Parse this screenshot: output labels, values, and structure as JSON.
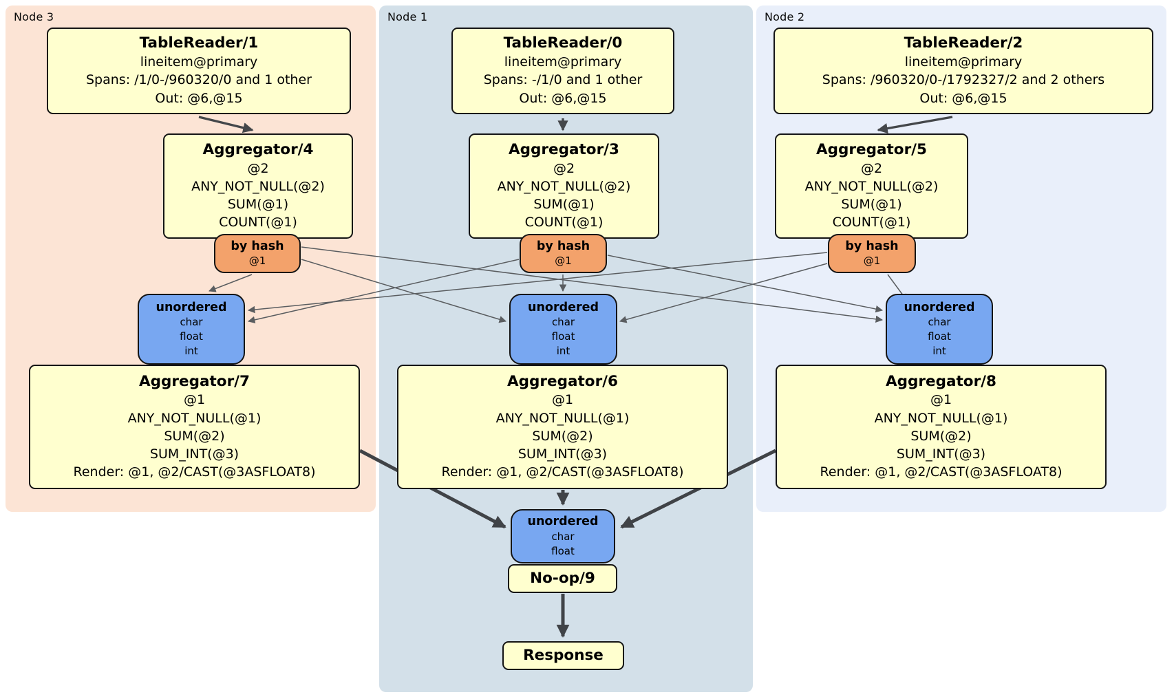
{
  "groups": {
    "node3": {
      "label": "Node 3"
    },
    "node1": {
      "label": "Node 1"
    },
    "node2": {
      "label": "Node 2"
    }
  },
  "processors": {
    "tablereader1": {
      "title": "TableReader/1",
      "lines": [
        "lineitem@primary",
        "Spans: /1/0-/960320/0 and 1 other",
        "Out: @6,@15"
      ]
    },
    "tablereader0": {
      "title": "TableReader/0",
      "lines": [
        "lineitem@primary",
        "Spans: -/1/0 and 1 other",
        "Out: @6,@15"
      ]
    },
    "tablereader2": {
      "title": "TableReader/2",
      "lines": [
        "lineitem@primary",
        "Spans: /960320/0-/1792327/2 and 2 others",
        "Out: @6,@15"
      ]
    },
    "aggregator4": {
      "title": "Aggregator/4",
      "lines": [
        "@2",
        "ANY_NOT_NULL(@2)",
        "SUM(@1)",
        "COUNT(@1)"
      ]
    },
    "aggregator3": {
      "title": "Aggregator/3",
      "lines": [
        "@2",
        "ANY_NOT_NULL(@2)",
        "SUM(@1)",
        "COUNT(@1)"
      ]
    },
    "aggregator5": {
      "title": "Aggregator/5",
      "lines": [
        "@2",
        "ANY_NOT_NULL(@2)",
        "SUM(@1)",
        "COUNT(@1)"
      ]
    },
    "aggregator7": {
      "title": "Aggregator/7",
      "lines": [
        "@1",
        "ANY_NOT_NULL(@1)",
        "SUM(@2)",
        "SUM_INT(@3)",
        "Render: @1, @2/CAST(@3ASFLOAT8)"
      ]
    },
    "aggregator6": {
      "title": "Aggregator/6",
      "lines": [
        "@1",
        "ANY_NOT_NULL(@1)",
        "SUM(@2)",
        "SUM_INT(@3)",
        "Render: @1, @2/CAST(@3ASFLOAT8)"
      ]
    },
    "aggregator8": {
      "title": "Aggregator/8",
      "lines": [
        "@1",
        "ANY_NOT_NULL(@1)",
        "SUM(@2)",
        "SUM_INT(@3)",
        "Render: @1, @2/CAST(@3ASFLOAT8)"
      ]
    },
    "noop9": {
      "title": "No-op/9"
    },
    "response": {
      "title": "Response"
    }
  },
  "routers": {
    "hash_node3": {
      "title": "by hash",
      "detail": "@1"
    },
    "hash_node1": {
      "title": "by hash",
      "detail": "@1"
    },
    "hash_node2": {
      "title": "by hash",
      "detail": "@1"
    }
  },
  "streams": {
    "unordered_node3": {
      "title": "unordered",
      "lines": [
        "char",
        "float",
        "int"
      ]
    },
    "unordered_node1": {
      "title": "unordered",
      "lines": [
        "char",
        "float",
        "int"
      ]
    },
    "unordered_node2": {
      "title": "unordered",
      "lines": [
        "char",
        "float",
        "int"
      ]
    },
    "unordered_final": {
      "title": "unordered",
      "lines": [
        "char",
        "float"
      ]
    }
  },
  "colors": {
    "node3_bg": "#fce4d5",
    "node1_bg": "#d3e0e9",
    "node2_bg": "#e9effa",
    "processor_bg": "#ffffcf",
    "router_bg": "#f3a26b",
    "stream_bg": "#78a7f1",
    "edge_thin": "#5a5d60",
    "edge_thick": "#404347"
  }
}
